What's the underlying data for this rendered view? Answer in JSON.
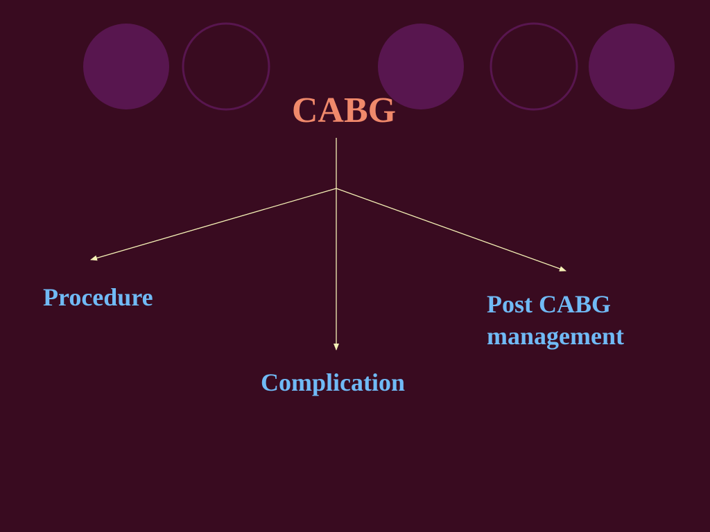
{
  "colors": {
    "background": "#390b20",
    "circle_fill": "#58164f",
    "circle_outline": "#58164f",
    "title": "#f0896b",
    "node_text": "#70baf5",
    "connector": "#f5f1b6"
  },
  "diagram": {
    "title": "CABG",
    "nodes": [
      {
        "id": "procedure",
        "lines": [
          "Procedure"
        ]
      },
      {
        "id": "complication",
        "lines": [
          "Complication"
        ]
      },
      {
        "id": "post-cabg-management",
        "lines": [
          "Post CABG",
          "management"
        ]
      }
    ],
    "edges": [
      {
        "from": "CABG",
        "to": "procedure"
      },
      {
        "from": "CABG",
        "to": "complication"
      },
      {
        "from": "CABG",
        "to": "post-cabg-management"
      }
    ]
  }
}
